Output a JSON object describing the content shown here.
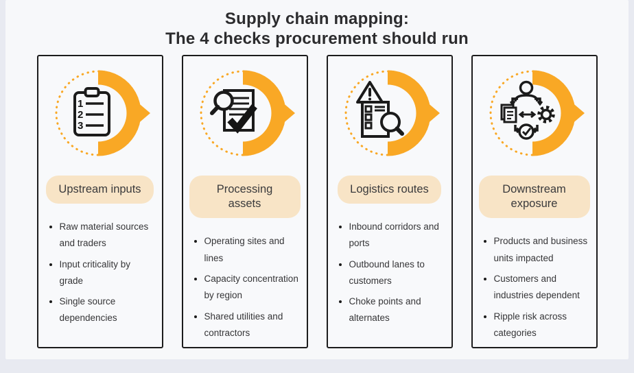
{
  "header": {
    "title_line1": "Supply chain mapping:",
    "title_line2": "The 4 checks procurement should run"
  },
  "colors": {
    "page_background": "#E8EAF1",
    "panel_background": "#F7F8FA",
    "card_background": "#F8F9FB",
    "card_border": "#1C1C1C",
    "accent_orange": "#F9A825",
    "pill_background": "#F8E4C6",
    "title_text": "#2C2C2E",
    "body_text": "#353537"
  },
  "columns": [
    {
      "id": "upstream-inputs",
      "icon": "clipboard-numbered-list-icon",
      "title": "Upstream inputs",
      "bullets": [
        "Raw material sources and traders",
        "Input criticality by grade",
        "Single source dependencies"
      ]
    },
    {
      "id": "processing-assets",
      "icon": "document-search-check-icon",
      "title": "Processing assets",
      "bullets": [
        "Operating sites and lines",
        "Capacity concentration by region",
        "Shared utilities and contractors"
      ]
    },
    {
      "id": "logistics-routes",
      "icon": "alert-checklist-magnifier-icon",
      "title": "Logistics routes",
      "bullets": [
        "Inbound corridors and ports",
        "Outbound lanes to customers",
        "Choke points and alternates"
      ]
    },
    {
      "id": "downstream-exposure",
      "icon": "person-process-gear-check-icon",
      "title": "Downstream exposure",
      "bullets": [
        "Products and business units impacted",
        "Customers and industries dependent",
        "Ripple risk across categories"
      ]
    }
  ]
}
